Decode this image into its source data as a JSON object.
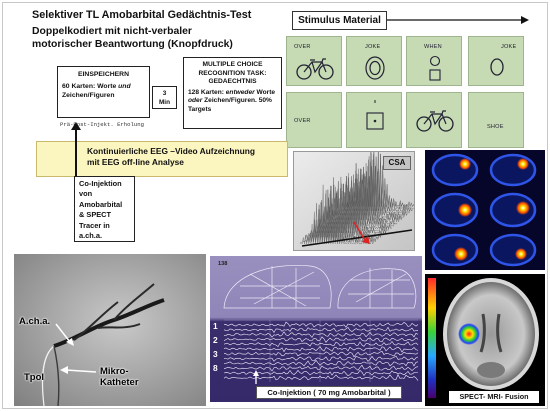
{
  "title": "Selektiver TL Amobarbital Gedächtnis-Test",
  "subtitle_lines": [
    "Doppelkodiert mit nicht-verbaler",
    "motorischer Beantwortung (Knopfdruck)"
  ],
  "stimulus": {
    "heading": "Stimulus Material",
    "cards": [
      {
        "label": "OVER",
        "icon": "bicycle-icon"
      },
      {
        "label": "JOKE",
        "icon": "concentric-circles-icon"
      },
      {
        "label": "WHEN",
        "icon": "circle-square-icon"
      },
      {
        "label": "JOKE",
        "icon": "ring-icon"
      },
      {
        "label": "OVER"
      },
      {
        "icon": "square-dot-icon"
      },
      {
        "icon": "bicycle-icon"
      },
      {
        "label": "SHOE"
      }
    ]
  },
  "encoding": {
    "heading": "EINSPEICHERN",
    "text_a": "60 Karten: Worte ",
    "text_em": "und",
    "text_b": " Zeichen/Figuren"
  },
  "delay": {
    "value": "3",
    "unit": "Min"
  },
  "recognition": {
    "heading": "MULTIPLE CHOICE RECOGNITION TASK: GEDAECHTNIS",
    "text_a": "128 Karten: ",
    "em1": "entweder",
    "text_b": " Worte ",
    "em2": "oder",
    "text_c": " Zeichen/Figuren. 50% Targets"
  },
  "phases": "Prä-Post-Injekt. Erholung",
  "eeg_box": {
    "line1": "Kontinuierliche EEG –Video Aufzeichnung",
    "line2": "mit EEG off-line Analyse"
  },
  "coinjection_lines": [
    "Co-Injektion",
    "von",
    "Amobarbital",
    "& SPECT",
    "Tracer in",
    "a.ch.a."
  ],
  "csa_label": "CSA",
  "angiogram": {
    "acha": "A.ch.a.",
    "tpol": "Tpol",
    "catheter_lines": [
      "Mikro-",
      "Katheter"
    ]
  },
  "eeg_panel": {
    "number": "138",
    "channels": [
      "1",
      "2",
      "3",
      "8"
    ],
    "caption": "Co-Injektion ( 70 mg Amobarbital )"
  },
  "fusion_caption": "SPECT- MRI- Fusion",
  "colors": {
    "card_green": "#c6dbb4",
    "eeg_box_yellow": "#fbf5bf",
    "eeg_panel_purple": "#35296a",
    "spect_background": "#06062a",
    "hotspot": "#ffd000"
  }
}
